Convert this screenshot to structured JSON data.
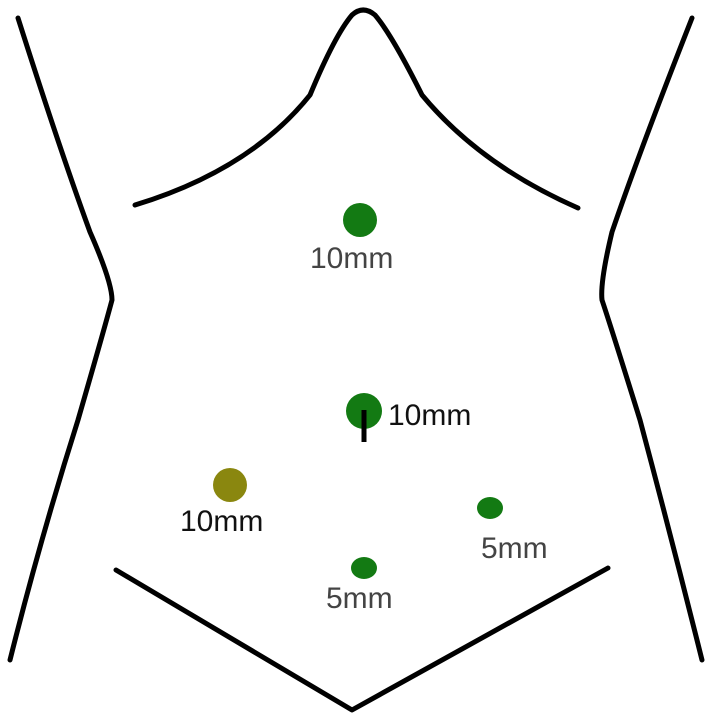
{
  "ports": [
    {
      "id": "upper-midline",
      "label": "10mm",
      "color": "#137a13"
    },
    {
      "id": "umbilical",
      "label": "10mm",
      "color": "#137a13"
    },
    {
      "id": "left-lateral",
      "label": "10mm",
      "color": "#8a870f"
    },
    {
      "id": "right-lower",
      "label": "5mm",
      "color": "#137a13"
    },
    {
      "id": "suprapubic",
      "label": "5mm",
      "color": "#137a13"
    }
  ],
  "outline_color": "#000000"
}
